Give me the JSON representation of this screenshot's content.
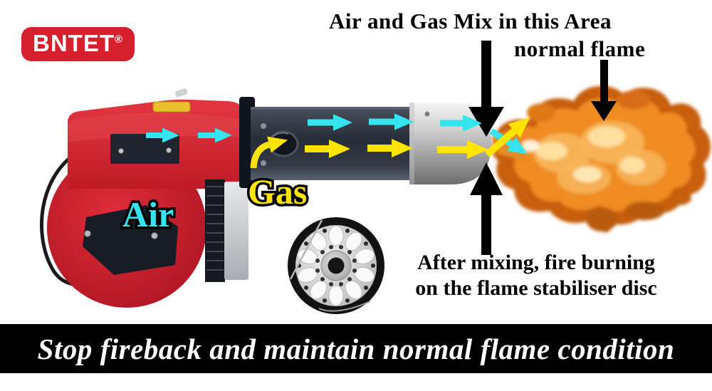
{
  "brand": {
    "name": "BNTET",
    "registered_mark": "®"
  },
  "callouts": {
    "mix_area": "Air and Gas Mix in this Area",
    "normal_flame": "normal flame",
    "after_mixing_line1": "After mixing, fire burning",
    "after_mixing_line2": "on the flame stabiliser disc"
  },
  "flow_labels": {
    "air": "Air",
    "gas": "Gas"
  },
  "banner": {
    "text": "Stop fireback and maintain normal flame condition"
  },
  "colors": {
    "brand_red": "#d6202d",
    "air_cyan": "#35e4ee",
    "gas_yellow": "#ffe400",
    "flame_orange": "#ef8c22",
    "flame_dark": "#c75f10",
    "flame_light": "#f7b55a",
    "annotation_black": "#000000",
    "banner_bg": "#000000",
    "banner_text": "#ffffff"
  },
  "icons": {
    "air_flow_arrow": "cyan-right-arrow",
    "gas_flow_arrow": "yellow-right-arrow",
    "mix_pointer": "black-down-arrow",
    "flame_pointer": "black-down-arrow",
    "stabiliser_pointer": "black-up-arrow"
  }
}
